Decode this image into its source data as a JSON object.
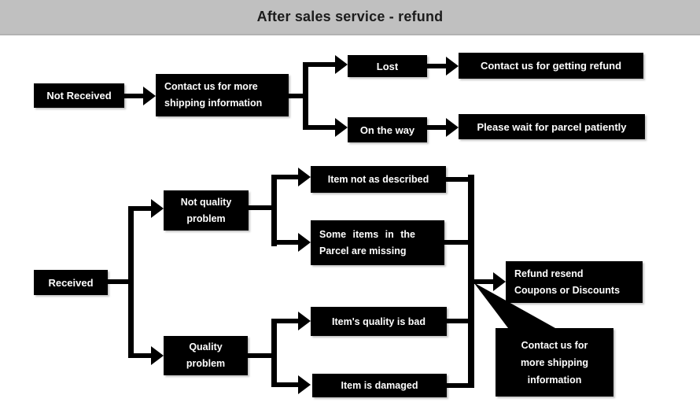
{
  "header": {
    "title": "After sales service - refund"
  },
  "colors": {
    "header_bg": "#c0c0c0",
    "node_bg": "#000000",
    "node_text": "#ffffff",
    "title_text": "#1c1c1c",
    "canvas_bg": "#ffffff"
  },
  "nodes": {
    "not_received": {
      "label": "Not Received"
    },
    "contact_shipping": {
      "line1": "Contact us for more",
      "line2": "shipping information"
    },
    "lost": {
      "label": "Lost"
    },
    "contact_refund": {
      "label": "Contact us for getting refund"
    },
    "on_the_way": {
      "label": "On the way"
    },
    "please_wait": {
      "label": "Please wait for parcel patiently"
    },
    "received": {
      "label": "Received"
    },
    "not_quality_problem": {
      "line1": "Not quality",
      "line2": "problem"
    },
    "quality_problem": {
      "line1": "Quality",
      "line2": "problem"
    },
    "item_not_described": {
      "label": "Item not as described"
    },
    "some_items_missing": {
      "line1": "Some items in the",
      "line2": "Parcel are missing"
    },
    "item_quality_bad": {
      "label": "Item's quality is bad"
    },
    "item_damaged": {
      "label": "Item is damaged"
    },
    "refund_resend": {
      "line1": "Refund resend",
      "line2": "Coupons or Discounts"
    },
    "callout": {
      "line1": "Contact us for",
      "line2": "more shipping",
      "line3": "information"
    }
  },
  "edges": [
    {
      "from": "Not Received",
      "to": "Contact us for more shipping information"
    },
    {
      "from": "Contact us for more shipping information",
      "to": "Lost"
    },
    {
      "from": "Contact us for more shipping information",
      "to": "On the way"
    },
    {
      "from": "Lost",
      "to": "Contact us for getting refund"
    },
    {
      "from": "On the way",
      "to": "Please wait for parcel patiently"
    },
    {
      "from": "Received",
      "to": "Not quality problem"
    },
    {
      "from": "Received",
      "to": "Quality problem"
    },
    {
      "from": "Not quality problem",
      "to": "Item not as described"
    },
    {
      "from": "Not quality problem",
      "to": "Some items in the Parcel are missing"
    },
    {
      "from": "Quality problem",
      "to": "Item's quality is bad"
    },
    {
      "from": "Quality problem",
      "to": "Item is damaged"
    },
    {
      "from": "Item not as described",
      "to": "Refund resend Coupons or Discounts"
    },
    {
      "from": "Some items in the Parcel are missing",
      "to": "Refund resend Coupons or Discounts"
    },
    {
      "from": "Item's quality is bad",
      "to": "Refund resend Coupons or Discounts"
    },
    {
      "from": "Item is damaged",
      "to": "Refund resend Coupons or Discounts"
    },
    {
      "from": "Contact us for more shipping information (callout)",
      "to": "junction before Refund resend Coupons or Discounts"
    }
  ]
}
